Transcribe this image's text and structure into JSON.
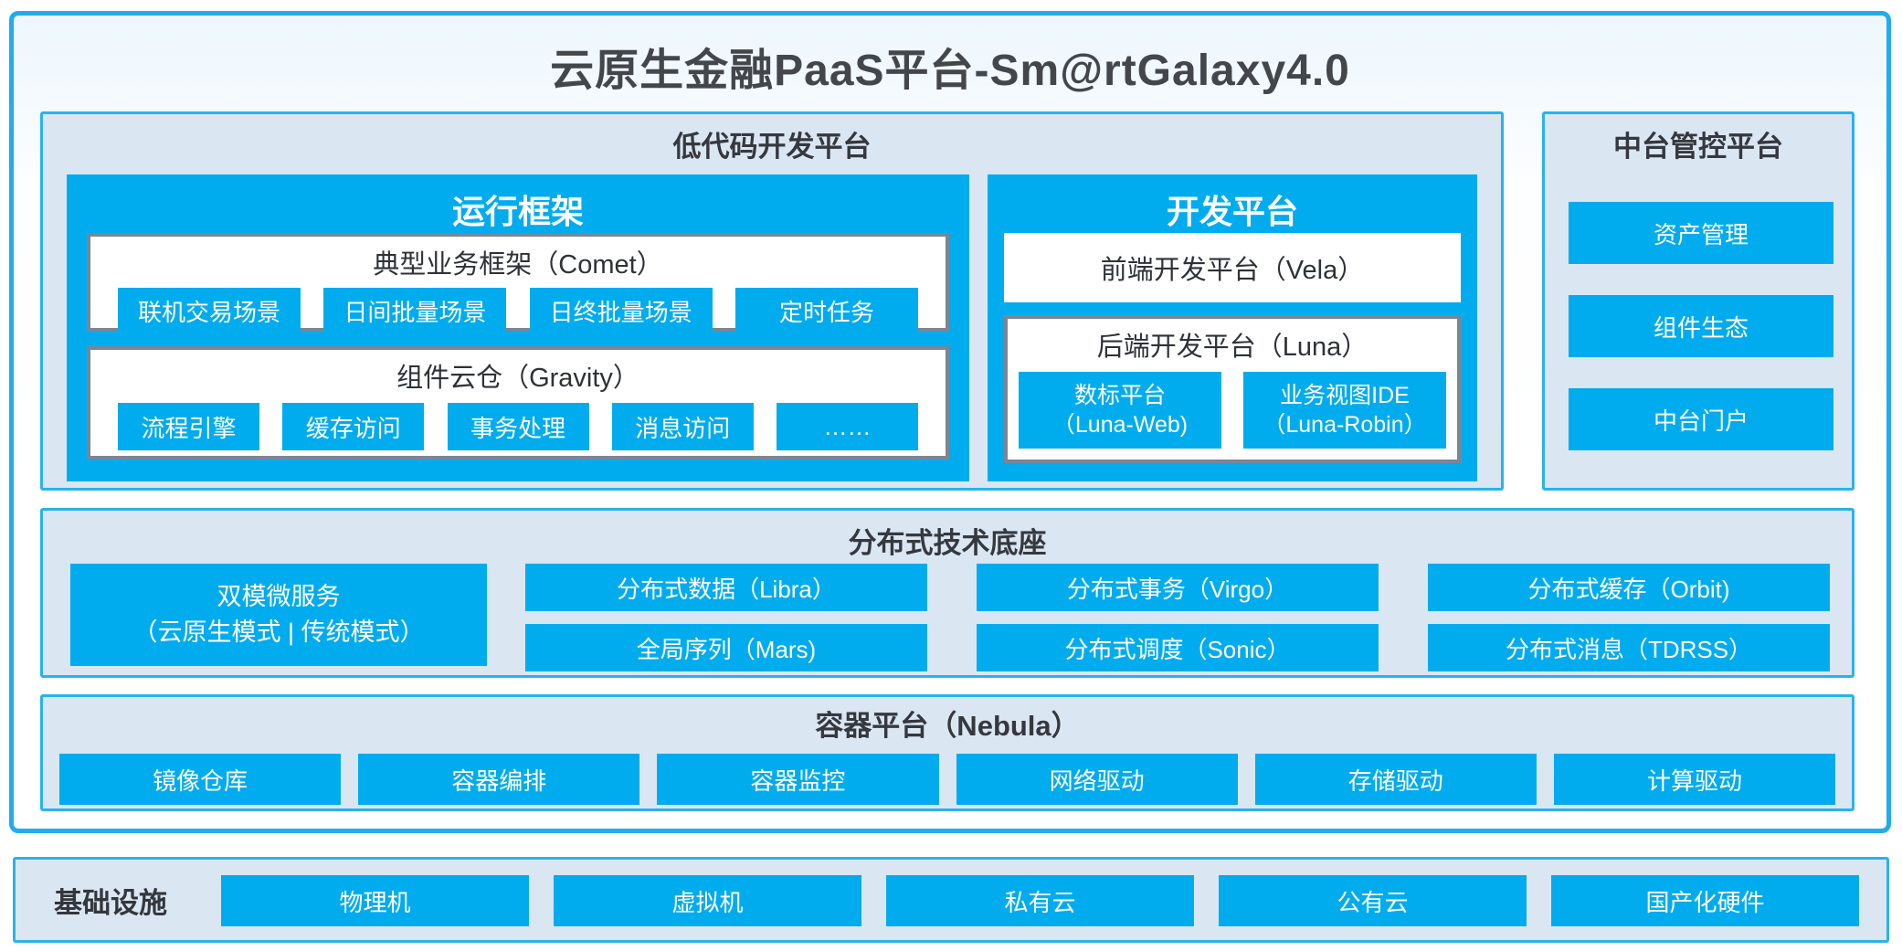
{
  "title": "云原生金融PaaS平台-Sm@rtGalaxy4.0",
  "colors": {
    "accent_blue": "#00ACEE",
    "border_cyan": "#29B2EE",
    "panel_bg": "#DBE6F3",
    "gray_border": "#7B8594",
    "dark_text": "#35393F"
  },
  "low_code": {
    "title": "低代码开发平台",
    "runtime": {
      "title": "运行框架",
      "comet": {
        "title": "典型业务框架（Comet）",
        "items": [
          "联机交易场景",
          "日间批量场景",
          "日终批量场景",
          "定时任务"
        ]
      },
      "gravity": {
        "title": "组件云仓（Gravity）",
        "items": [
          "流程引擎",
          "缓存访问",
          "事务处理",
          "消息访问",
          "……"
        ]
      }
    },
    "dev": {
      "title": "开发平台",
      "vela": "前端开发平台（Vela）",
      "luna": {
        "title": "后端开发平台（Luna）",
        "items": [
          {
            "label": "数标平台",
            "sub": "（Luna-Web)"
          },
          {
            "label": "业务视图IDE",
            "sub": "（Luna-Robin）"
          }
        ]
      }
    }
  },
  "mid_platform": {
    "title": "中台管控平台",
    "items": [
      "资产管理",
      "组件生态",
      "中台门户"
    ]
  },
  "distributed": {
    "title": "分布式技术底座",
    "dual_mode": {
      "line1": "双模微服务",
      "line2": "（云原生模式 | 传统模式）"
    },
    "grid": [
      "分布式数据（Libra）",
      "分布式事务（Virgo）",
      "分布式缓存（Orbit)",
      "全局序列（Mars)",
      "分布式调度（Sonic）",
      "分布式消息（TDRSS）"
    ]
  },
  "container_platform": {
    "title": "容器平台（Nebula）",
    "items": [
      "镜像仓库",
      "容器编排",
      "容器监控",
      "网络驱动",
      "存储驱动",
      "计算驱动"
    ]
  },
  "infrastructure": {
    "title": "基础设施",
    "items": [
      "物理机",
      "虚拟机",
      "私有云",
      "公有云",
      "国产化硬件"
    ]
  }
}
